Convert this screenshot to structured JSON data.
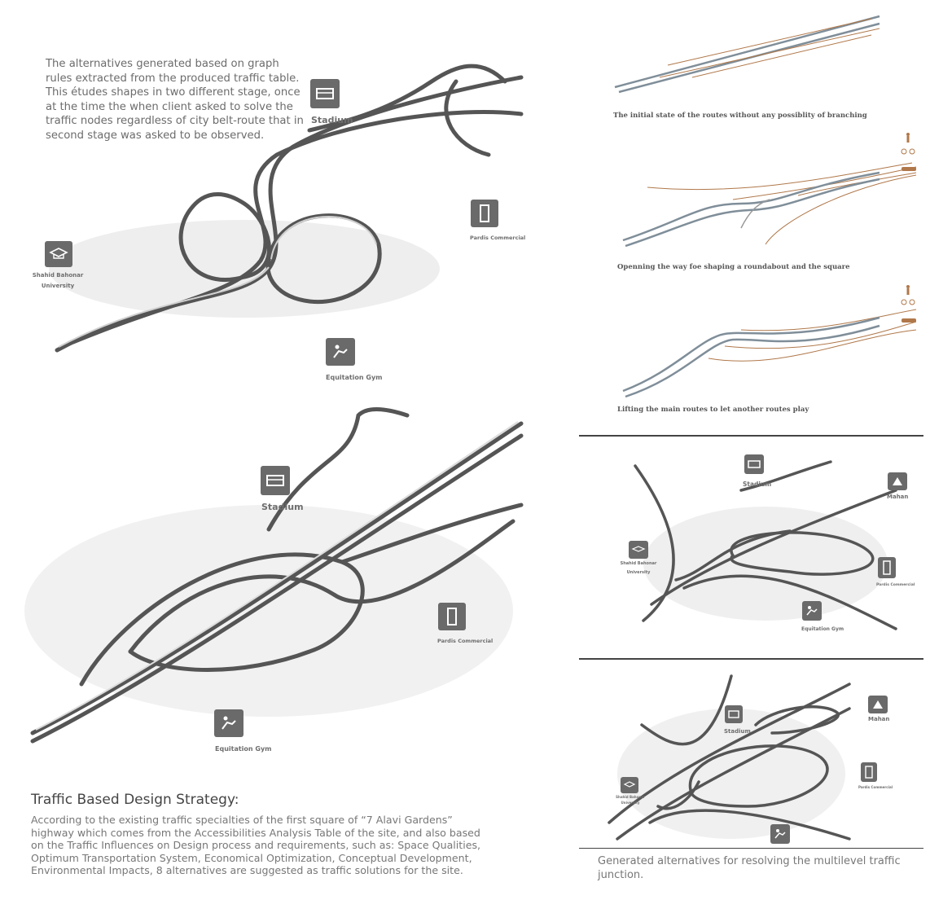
{
  "intro_text": "The alternatives generated based on graph rules extracted from the produced traffic table. This études shapes in two different stage, once at the time the when client asked   to  solve the traffic nodes regardless of city belt-route that in second stage was  asked to be observed.",
  "labels": {
    "stadium": "Stadium",
    "pardis": "Pardis Commercial",
    "shahid_line1": "Shahid Bahonar",
    "shahid_line2": "University",
    "equitation": "Equitation Gym",
    "mahan": "Mahan"
  },
  "captions": {
    "step1": "The initial state of the routes without any possiblity of branching",
    "step2": "Openning the way foe shaping a roundabout and the square",
    "step3": "Lifting the main routes to let another routes play"
  },
  "strategy": {
    "title": "Traffic Based Design Strategy:",
    "body": "According to the existing traffic specialties of the first square of “7 Alavi Gardens” highway which comes from the Accessibilities Analysis Table of the site, and also based on the Traffic Influences on Design process and requirements, such as: Space Qualities, Optimum Transportation System, Economical Optimization, Conceptual Development, Environmental Impacts, 8 alternatives are suggested as traffic solutions for the site."
  },
  "footer_caption": "Generated alternatives for resolving the multilevel traffic junction.",
  "icons": [
    "stadium-icon",
    "commercial-tower-icon",
    "graduation-cap-icon",
    "horse-rider-icon",
    "tent-icon",
    "pedestrian-icon",
    "bicycle-icon",
    "car-icon"
  ],
  "colors": {
    "icon_bg": "#6a6a6a",
    "route_blue": "#7f8e99",
    "route_orange": "#b0784a",
    "rule": "#444444"
  }
}
